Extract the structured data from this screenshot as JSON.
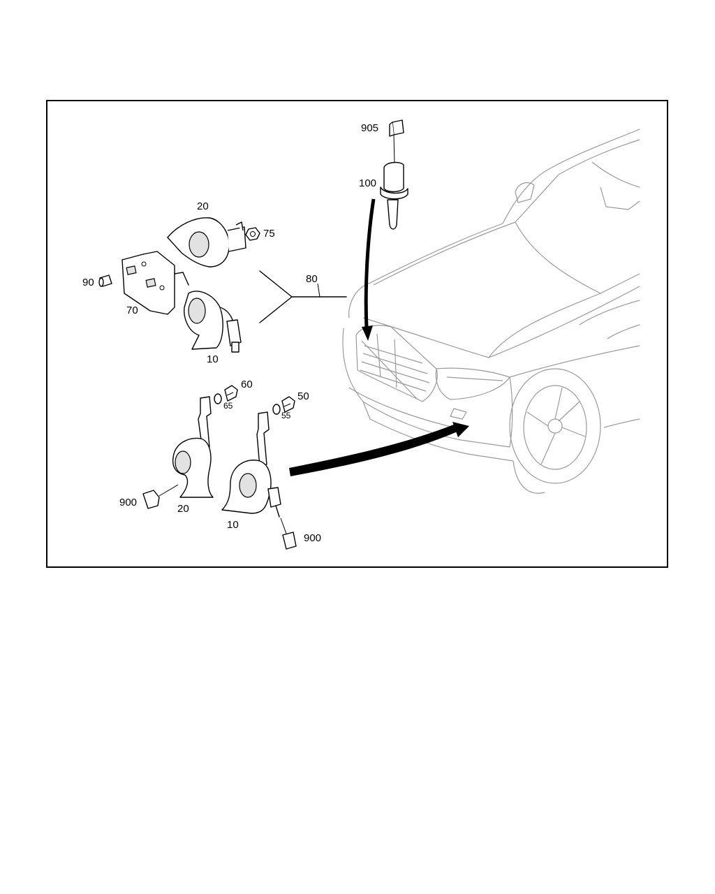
{
  "labels": {
    "p905": "905",
    "p100": "100",
    "p20_top": "20",
    "p75": "75",
    "p80": "80",
    "p90": "90",
    "p70": "70",
    "p10_top": "10",
    "p60": "60",
    "p65": "65",
    "p50": "50",
    "p55": "55",
    "p900_left": "900",
    "p20_bottom": "20",
    "p10_bottom": "10",
    "p900_right": "900"
  },
  "icons": {
    "horn": "horn-icon",
    "sensor": "temperature-sensor-icon",
    "connector": "connector-icon",
    "bracket": "bracket-icon",
    "screw": "screw-icon",
    "nut": "nut-icon",
    "car": "car-front-icon"
  }
}
